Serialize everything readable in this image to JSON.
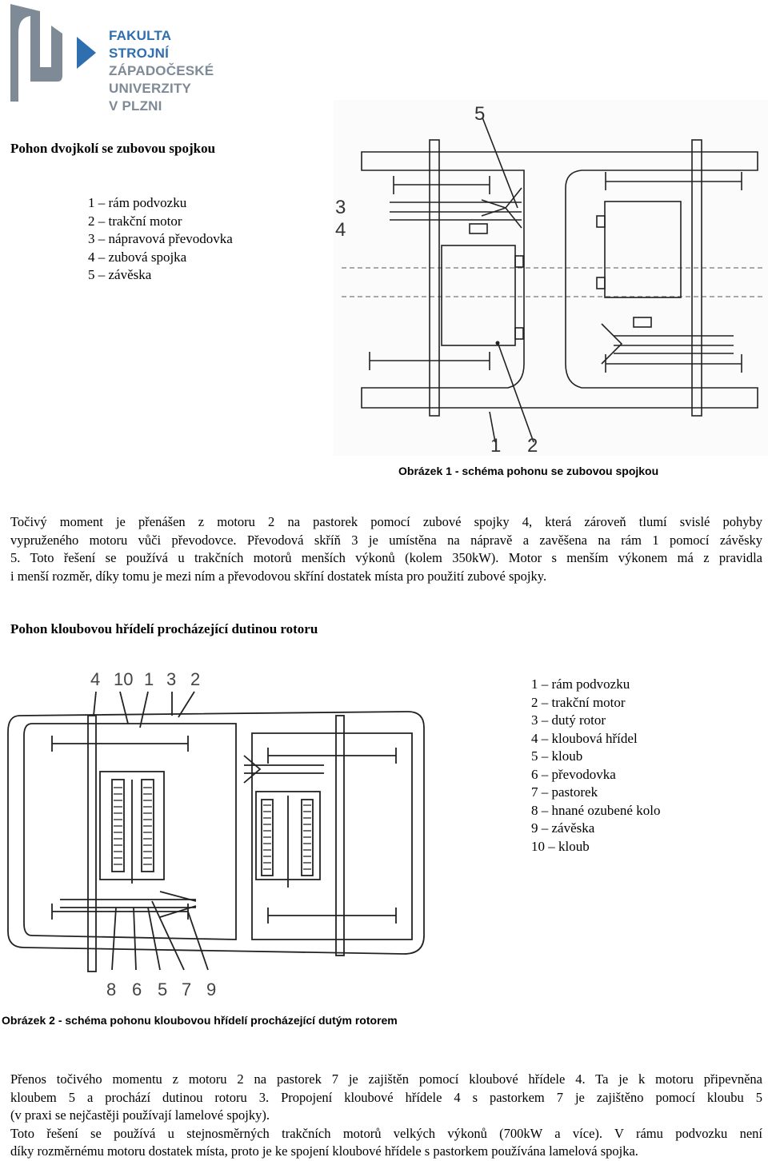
{
  "logo": {
    "lines": [
      "FAKULTA STROJNÍ",
      "ZÁPADOČESKÉ",
      "UNIVERZITY",
      "V PLZNI"
    ],
    "colors": {
      "primary": "#2f6fb0",
      "secondary": "#7e8a96"
    }
  },
  "section1": {
    "heading": "Pohon dvojkolí se zubovou spojkou",
    "legend": [
      "1 – rám podvozku",
      "2 – trakční motor",
      "3 – nápravová převodovka",
      "4 – zubová spojka",
      "5 – závěska"
    ],
    "figure_labels": {
      "top": "5",
      "left_a": "3",
      "left_b": "4",
      "bottom_a": "1",
      "bottom_b": "2"
    },
    "caption": "Obrázek 1 - schéma pohonu se zubovou spojkou",
    "paragraph_lines": [
      "Točivý moment je přenášen z motoru 2 na pastorek pomocí zubové spojky 4, která zároveň tlumí svislé pohyby",
      "vypruženého motoru vůči převodovce. Převodová skříň 3 je umístěna na nápravě a zavěšena na rám 1 pomocí závěsky",
      "5. Toto řešení se používá u trakčních motorů menších výkonů (kolem 350kW). Motor s menším výkonem má z pravidla",
      "i menší rozměr, díky tomu je mezi ním a převodovou skříní dostatek místa pro použití zubové spojky."
    ]
  },
  "section2": {
    "heading": "Pohon kloubovou hřídelí procházející dutinou rotoru",
    "legend": [
      "1 – rám podvozku",
      "2 – trakční motor",
      "3 – dutý rotor",
      "4 – kloubová hřídel",
      "5 – kloub",
      "6 – převodovka",
      "7 – pastorek",
      "8 – hnané ozubené kolo",
      "9 – závěska",
      "10 – kloub"
    ],
    "figure_top_labels": [
      "4",
      "10",
      "1",
      "3",
      "2"
    ],
    "figure_bottom_labels": [
      "8",
      "6",
      "5",
      "7",
      "9"
    ],
    "caption": "Obrázek 2 - schéma pohonu kloubovou hřídelí procházející dutým rotorem",
    "paragraph_lines": [
      "Přenos točivého momentu z motoru 2 na pastorek 7 je zajištěn pomocí kloubové hřídele 4. Ta je k motoru připevněna",
      "kloubem 5 a prochází dutinou rotoru 3. Propojení kloubové hřídele 4 s pastorkem 7 je zajištěno pomocí kloubu 5",
      "(v praxi se nejčastěji používají lamelové spojky).",
      "Toto řešení se používá u stejnosměrných trakčních motorů velkých výkonů (700kW a více). V rámu podvozku není",
      "díky rozměrnému motoru dostatek místa, proto je ke spojení kloubové hřídele s pastorkem používána lamelová spojka."
    ]
  }
}
